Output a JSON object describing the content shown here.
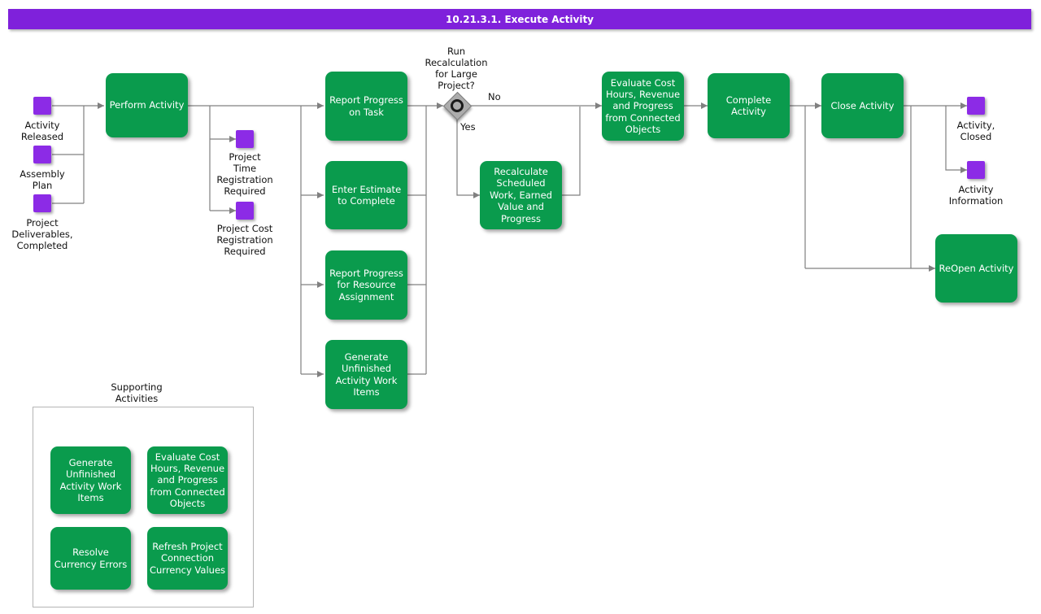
{
  "title": "10.21.3.1. Execute Activity",
  "diagram": {
    "events": {
      "activity_released": "Activity\nReleased",
      "assembly_plan": "Assembly\nPlan",
      "project_deliverables_completed": "Project\nDeliverables,\nCompleted",
      "project_time_registration_required": "Project\nTime\nRegistration\nRequired",
      "project_cost_registration_required": "Project Cost\nRegistration\nRequired",
      "activity_closed": "Activity,\nClosed",
      "activity_information": "Activity\nInformation"
    },
    "activities": {
      "perform_activity": "Perform Activity",
      "report_progress_on_task": "Report Progress\non Task",
      "enter_estimate_to_complete": "Enter Estimate\nto Complete",
      "report_progress_for_resource_assignment": "Report Progress\nfor Resource\nAssignment",
      "generate_unfinished_activity_work_items": "Generate\nUnfinished\nActivity Work\nItems",
      "recalculate_scheduled_work": "Recalculate\nScheduled\nWork, Earned\nValue and\nProgress",
      "evaluate_cost_hours": "Evaluate Cost\nHours, Revenue\nand Progress\nfrom Connected\nObjects",
      "complete_activity": "Complete\nActivity",
      "close_activity": "Close Activity",
      "reopen_activity": "ReOpen Activity"
    },
    "decision": {
      "question": "Run\nRecalculation\nfor Large\nProject?",
      "no_label": "No",
      "yes_label": "Yes"
    },
    "supporting": {
      "title": "Supporting\nActivities",
      "items": {
        "generate_unfinished_activity_work_items": "Generate\nUnfinished\nActivity Work\nItems",
        "evaluate_cost_hours": "Evaluate Cost\nHours, Revenue\nand Progress\nfrom Connected\nObjects",
        "resolve_currency_errors": "Resolve\nCurrency Errors",
        "refresh_project_connection_currency_values": "Refresh Project\nConnection\nCurrency Values"
      }
    },
    "colors": {
      "banner_purple": "#7F21DB",
      "event_purple": "#8C2BE6",
      "activity_green": "#0A9B4D",
      "connector_gray": "#808080"
    }
  }
}
